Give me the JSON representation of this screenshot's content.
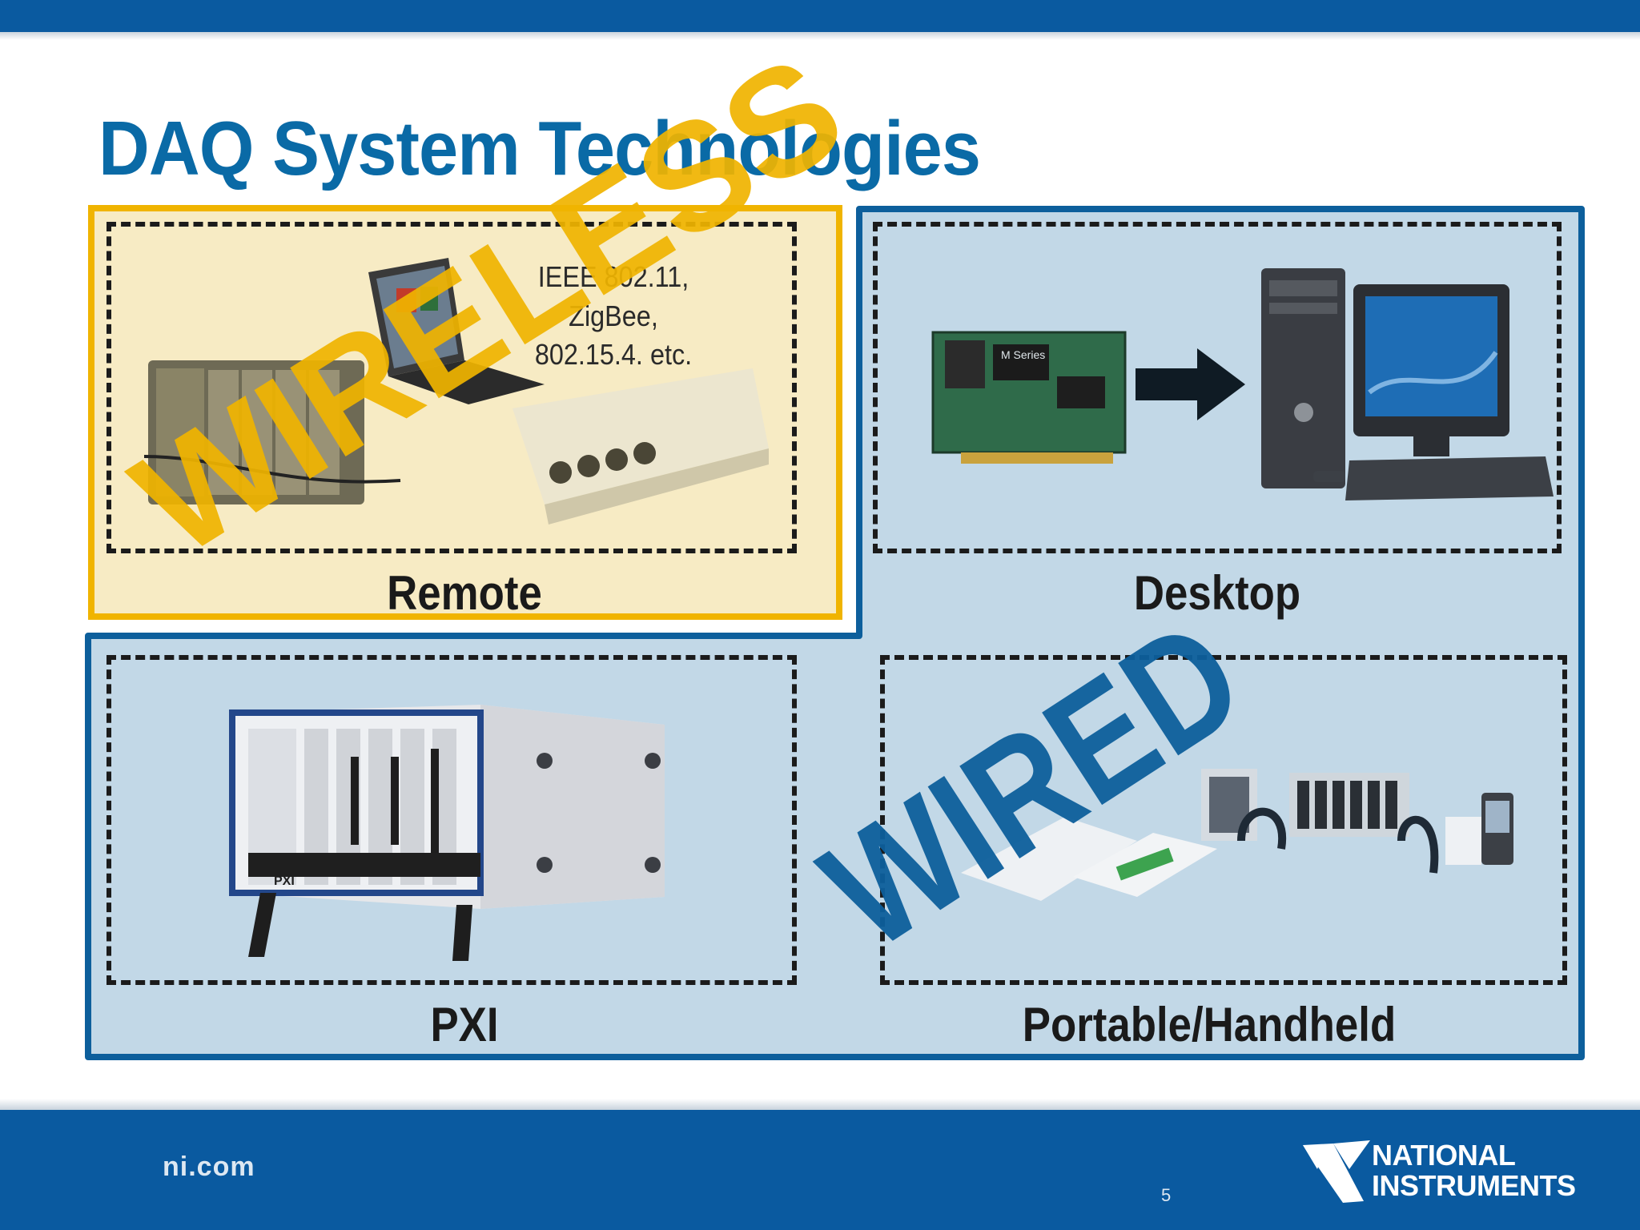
{
  "slide": {
    "title": "DAQ System Technologies",
    "page_number": "5"
  },
  "panels": {
    "remote": {
      "caption": "Remote",
      "protocols_line1": "IEEE 802.11, ZigBee,",
      "protocols_line2": "802.15.4. etc."
    },
    "desktop": {
      "caption": "Desktop",
      "card_label": "M Series"
    },
    "pxi": {
      "caption": "PXI",
      "chassis_label": "PXI"
    },
    "portable": {
      "caption": "Portable/Handheld"
    }
  },
  "overlays": {
    "wireless": "WIRELESS",
    "wired": "WIRED"
  },
  "footer": {
    "site": "ni.com",
    "logo_line1": "NATIONAL",
    "logo_line2": "INSTRUMENTS"
  },
  "colors": {
    "brand_blue": "#0a5aa0",
    "title_blue": "#0a6aa6",
    "wired_fill": "#c2d8e7",
    "wireless_gold": "#f0b400",
    "remote_fill": "#f7ebc4"
  }
}
